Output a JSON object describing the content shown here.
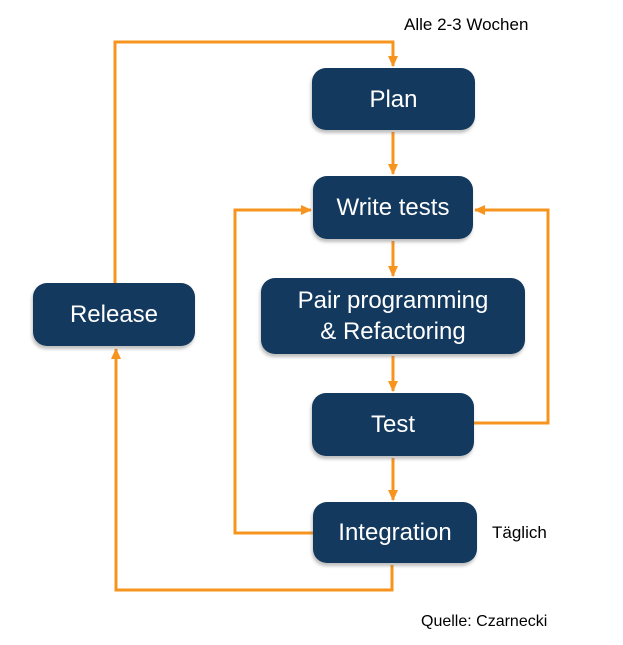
{
  "diagram": {
    "type": "flowchart",
    "topic": "XP / agile development cycle",
    "nodes": [
      {
        "id": "plan",
        "label": "Plan"
      },
      {
        "id": "write-tests",
        "label": "Write tests"
      },
      {
        "id": "pair",
        "label": "Pair programming & Refactoring",
        "lines": [
          "Pair programming",
          "& Refactoring"
        ]
      },
      {
        "id": "test",
        "label": "Test"
      },
      {
        "id": "integration",
        "label": "Integration"
      },
      {
        "id": "release",
        "label": "Release"
      }
    ],
    "edges": [
      {
        "from": "Plan",
        "to": "Write tests"
      },
      {
        "from": "Write tests",
        "to": "Pair programming & Refactoring"
      },
      {
        "from": "Pair programming & Refactoring",
        "to": "Test"
      },
      {
        "from": "Test",
        "to": "Integration"
      },
      {
        "from": "Integration",
        "to": "Write tests",
        "note": "Täglich"
      },
      {
        "from": "Test",
        "to": "Write tests"
      },
      {
        "from": "Release",
        "to": "Plan",
        "note": "Alle 2-3 Wochen"
      },
      {
        "from": "Integration",
        "to": "Release"
      }
    ],
    "annotations": {
      "cycle_note": "Alle 2-3 Wochen",
      "daily_note": "Täglich",
      "source_note": "Quelle: Czarnecki"
    }
  },
  "colors": {
    "node_fill": "#14395E",
    "node_text": "#FFFFFF",
    "arrow": "#F7941E",
    "label_text": "#000000",
    "background": "#FFFFFF"
  }
}
